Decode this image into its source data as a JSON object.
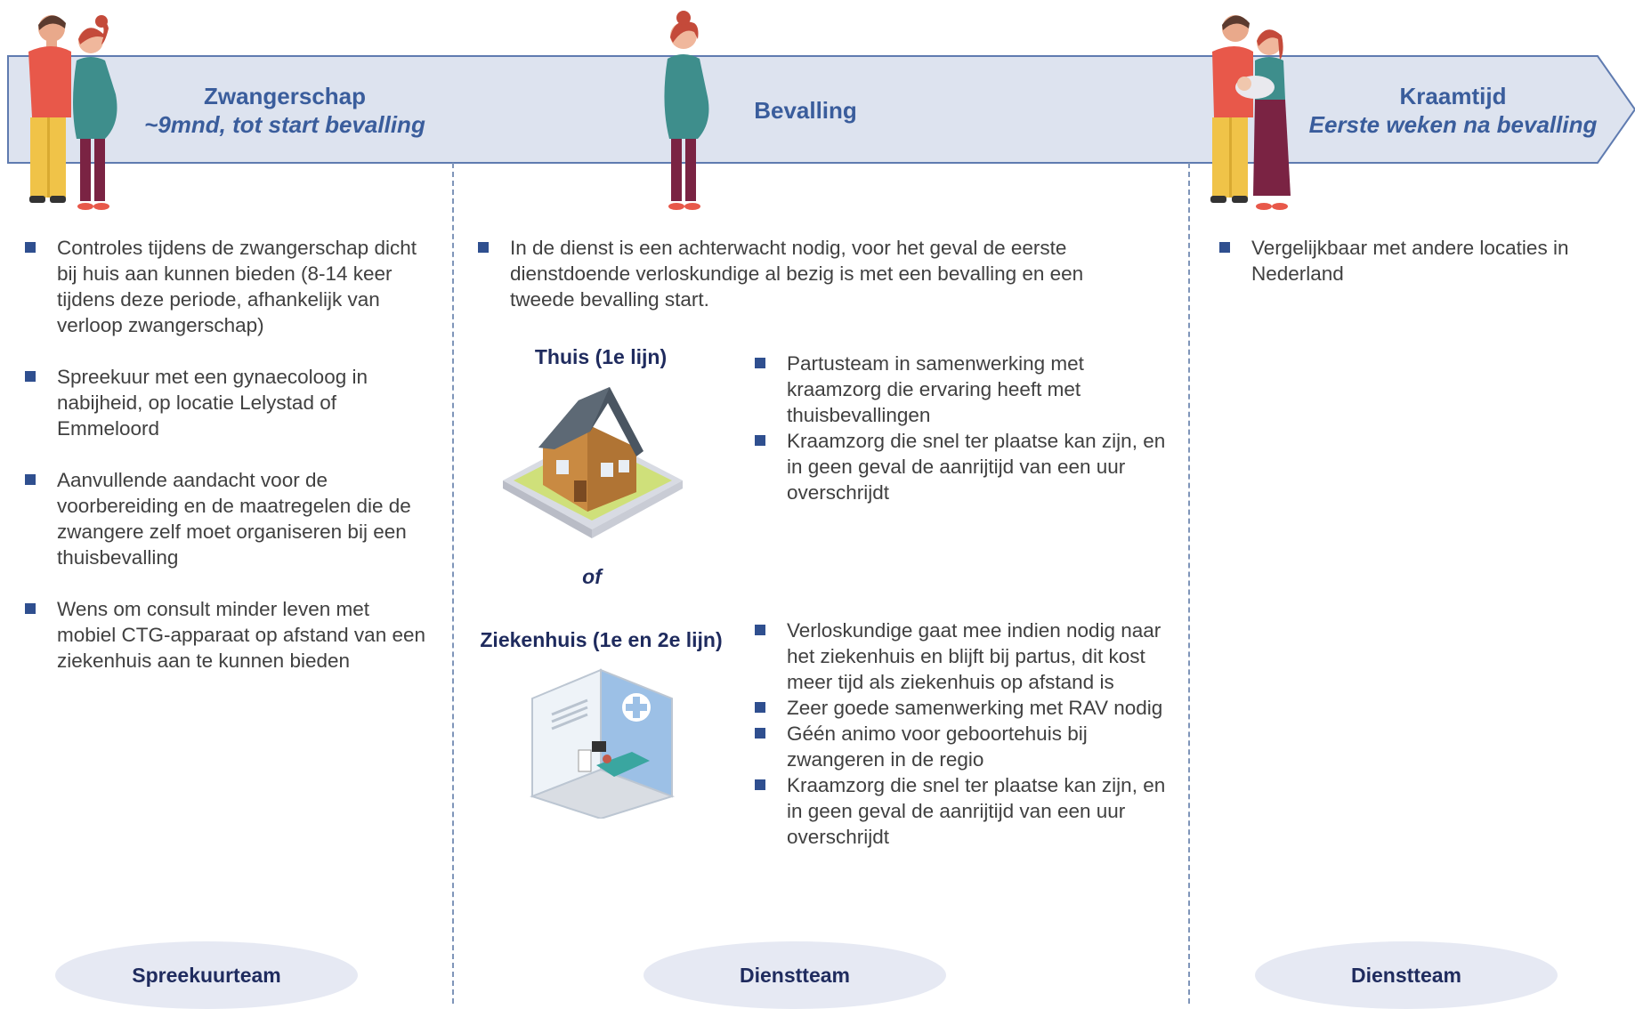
{
  "phases": [
    {
      "title": "Zwangerschap",
      "subtitle": "~9mnd, tot start bevalling",
      "bullets": [
        "Controles tijdens de zwangerschap dicht bij huis aan kunnen bieden (8-14 keer tijdens deze periode, afhankelijk van verloop zwangerschap)",
        "Spreekuur met een gynaecoloog in nabijheid, op locatie Lelystad of Emmeloord",
        "Aanvullende aandacht voor de voorbereiding en de maatregelen die de zwangere zelf moet organiseren bij een thuisbevalling",
        "Wens om consult minder leven met mobiel CTG-apparaat op afstand van een ziekenhuis aan te kunnen bieden"
      ],
      "team": "Spreekuurteam"
    },
    {
      "title": "Bevalling",
      "intro": "In de dienst is een achterwacht nodig, voor het geval de eerste dienstdoende verloskundige al bezig is met een bevalling en een tweede bevalling start.",
      "home_label": "Thuis (1e lijn)",
      "home_bullets": [
        "Partusteam in samenwerking met kraamzorg die ervaring heeft met thuisbevallingen",
        "Kraamzorg die snel ter plaatse kan zijn, en in geen geval de aanrijtijd van een uur overschrijdt"
      ],
      "or_label": "of",
      "hospital_label": "Ziekenhuis (1e en 2e lijn)",
      "hospital_bullets": [
        "Verloskundige gaat mee indien nodig naar het ziekenhuis en blijft bij partus, dit kost meer tijd als ziekenhuis op afstand is",
        "Zeer goede samenwerking met RAV nodig",
        "Géén animo voor geboortehuis bij zwangeren in de regio",
        "Kraamzorg die snel ter plaatse kan zijn, en in geen geval de aanrijtijd van een uur overschrijdt"
      ],
      "team": "Dienstteam"
    },
    {
      "title": "Kraamtijd",
      "subtitle": "Eerste weken na bevalling",
      "bullets": [
        "Vergelijkbaar met andere locaties in Nederland"
      ],
      "team": "Dienstteam"
    }
  ],
  "colors": {
    "banner_fill": "#dde3ef",
    "banner_border": "#5f7bb0",
    "header_text": "#3a5d9c",
    "bullet": "#2f4f8f",
    "team_fill": "#e6e9f3",
    "team_text": "#1f2b5e"
  },
  "icons": [
    "couple-pregnant-icon",
    "pregnant-woman-icon",
    "parents-with-baby-icon",
    "house-icon",
    "hospital-room-icon"
  ]
}
